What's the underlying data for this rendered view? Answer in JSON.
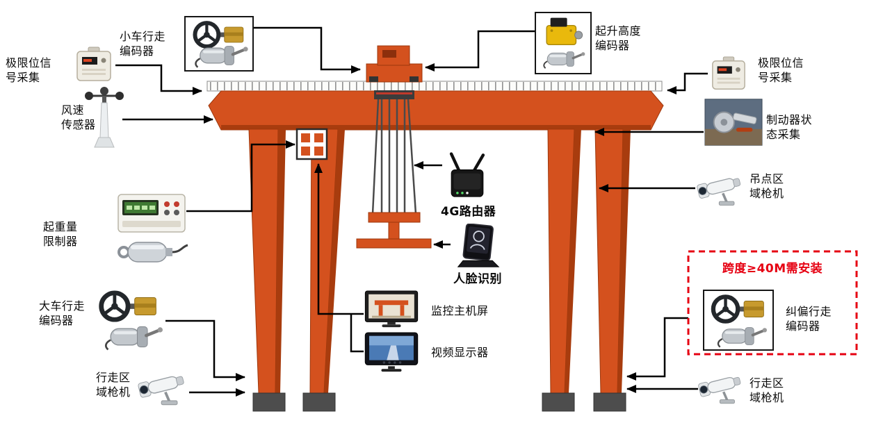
{
  "page": {
    "background": "#ffffff",
    "kind": "gantry-crane-sensor-installation-diagram"
  },
  "colors": {
    "crane_orange": "#d4511e",
    "crane_dark": "#a83c0e",
    "foot_gray": "#4d4d4d",
    "line_black": "#000000",
    "warning_red": "#e60012"
  },
  "callouts": [
    {
      "id": "trolley-travel-encoder",
      "icon": "rotary-encoder-pair",
      "label": "小车行走\n编码器"
    },
    {
      "id": "limit-signal-left",
      "icon": "limit-switch-box",
      "label": "极限位信\n号采集"
    },
    {
      "id": "wind-sensor",
      "icon": "anemometer",
      "label": "风速\n传感器"
    },
    {
      "id": "load-weight-limiter",
      "icon": "weight-indicator-and-load-cell",
      "label": "起重量\n限制器"
    },
    {
      "id": "gantry-travel-encoder",
      "icon": "rotary-encoder-pair",
      "label": "大车行走\n编码器"
    },
    {
      "id": "travel-area-camera-left",
      "icon": "cctv-bullet-camera",
      "label": "行走区\n域枪机"
    },
    {
      "id": "4g-router",
      "icon": "4g-router",
      "label": "4G路由器"
    },
    {
      "id": "face-recognition",
      "icon": "face-recognition-terminal",
      "label": "人脸识别"
    },
    {
      "id": "monitoring-host-screen",
      "icon": "monitor-screen",
      "label": "监控主机屏"
    },
    {
      "id": "video-display",
      "icon": "monitor-screen",
      "label": "视频显示器"
    },
    {
      "id": "hoist-height-encoder",
      "icon": "gear-limit-switch-and-encoder",
      "label": "起升高度\n编码器"
    },
    {
      "id": "limit-signal-right",
      "icon": "limit-switch-box",
      "label": "极限位信\n号采集"
    },
    {
      "id": "brake-status",
      "icon": "brake-mechanism-photo",
      "label": "制动器状\n态采集"
    },
    {
      "id": "hook-area-camera",
      "icon": "cctv-bullet-camera",
      "label": "吊点区\n域枪机"
    },
    {
      "id": "span-note",
      "icon": "dashed-warning-box",
      "label": "跨度≥40M需安装"
    },
    {
      "id": "deviation-correction-encoder",
      "icon": "rotary-encoder-pair",
      "label": "纠偏行走\n编码器"
    },
    {
      "id": "travel-area-camera-right",
      "icon": "cctv-bullet-camera",
      "label": "行走区\n域枪机"
    }
  ]
}
